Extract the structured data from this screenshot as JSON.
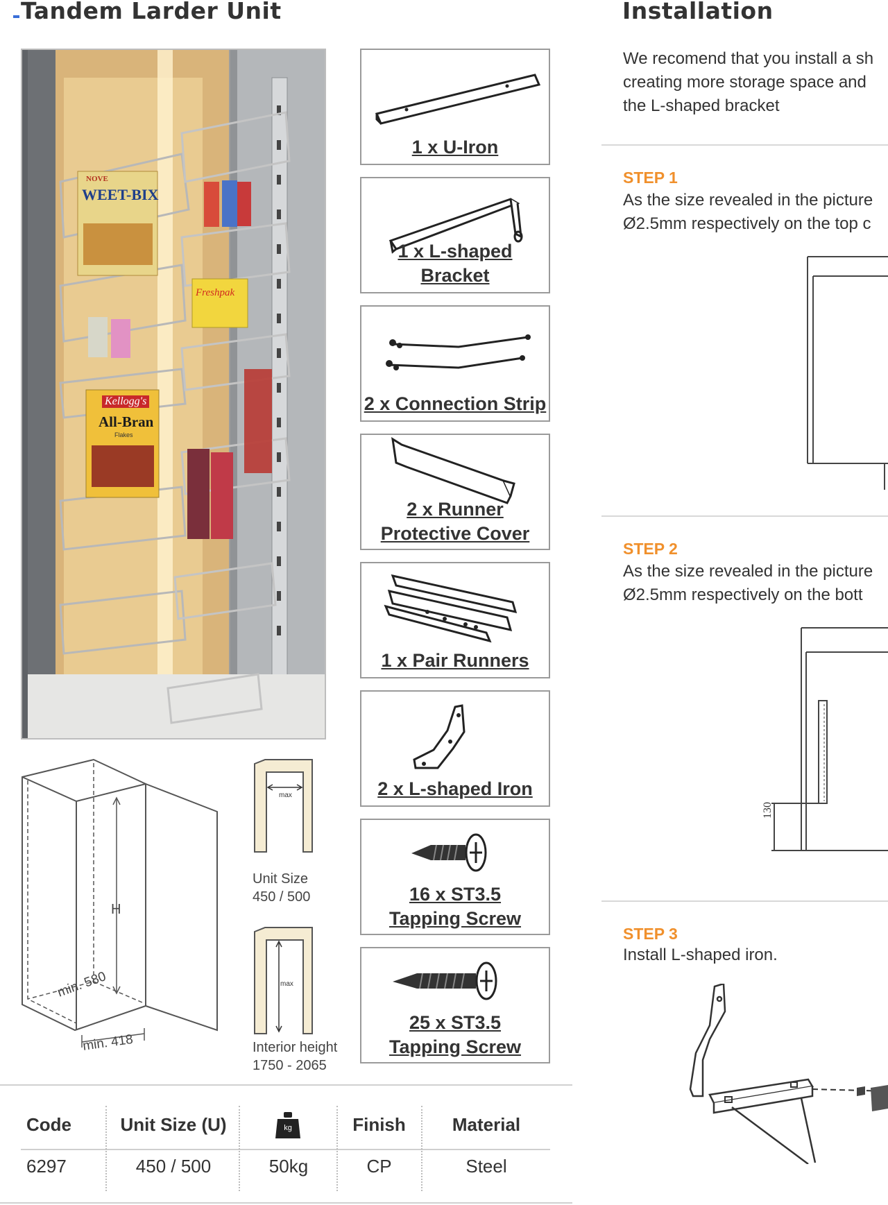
{
  "left_title": "Tandem Larder Unit",
  "right_title": "Installation",
  "parts": [
    {
      "label": "1 x U-Iron",
      "icon": "u-iron-icon"
    },
    {
      "label": "1 x L-shaped Bracket",
      "icon": "l-bracket-icon"
    },
    {
      "label": "2 x Connection Strip",
      "icon": "connection-strip-icon"
    },
    {
      "label": "2 x Runner Protective Cover",
      "line1": "2 x Runner ",
      "line2": "Protective Cover",
      "icon": "runner-cover-icon"
    },
    {
      "label": "1 x Pair Runners",
      "icon": "runners-icon"
    },
    {
      "label": "2 x L-shaped Iron",
      "icon": "l-iron-icon"
    },
    {
      "label": "16 x ST3.5 Tapping Screw",
      "line1": "16 x ST3.5",
      "line2": "Tapping Screw",
      "icon": "screw-icon"
    },
    {
      "label": "25 x ST3.5 Tapping Screw",
      "line1": "25 x ST3.5",
      "line2": "Tapping Screw",
      "icon": "screw-icon"
    }
  ],
  "photo_labels": {
    "weetbix": "WEET-BIX",
    "weetbix_new": "NOVE",
    "freshpak": "Freshpak",
    "kelloggs": "Kellogg's",
    "allbran": "All-Bran",
    "flakes": "Flakes"
  },
  "cabinet_diagram": {
    "height_label": "H",
    "depth_label": "min. 580",
    "width_label": "min. 418"
  },
  "width_diagram": {
    "max_label": "max",
    "caption_title": "Unit Size",
    "caption_value": "450 / 500"
  },
  "height_diagram": {
    "max_label": "max",
    "caption_title": "Interior height",
    "caption_value": "1750 - 2065"
  },
  "spec_table": {
    "headers": [
      "Code",
      "Unit Size (U)",
      "kg",
      "Finish",
      "Material"
    ],
    "row": [
      "6297",
      "450 / 500",
      "50kg",
      "CP",
      "Steel"
    ]
  },
  "installation": {
    "intro": [
      "We recomend that you install a sh",
      "creating more storage space and",
      "the L-shaped bracket"
    ],
    "steps": [
      {
        "label": "STEP 1",
        "lines": [
          "As the size revealed in the picture",
          "Ø2.5mm respectively on the top c"
        ]
      },
      {
        "label": "STEP 2",
        "lines": [
          "As the size revealed in the picture",
          "Ø2.5mm respectively on the bott"
        ],
        "dim": "130"
      },
      {
        "label": "STEP 3",
        "lines": [
          "Install L-shaped iron."
        ]
      }
    ]
  },
  "colors": {
    "accent": "#f0902c",
    "title": "#333333",
    "frame": "#f5ecd3"
  }
}
